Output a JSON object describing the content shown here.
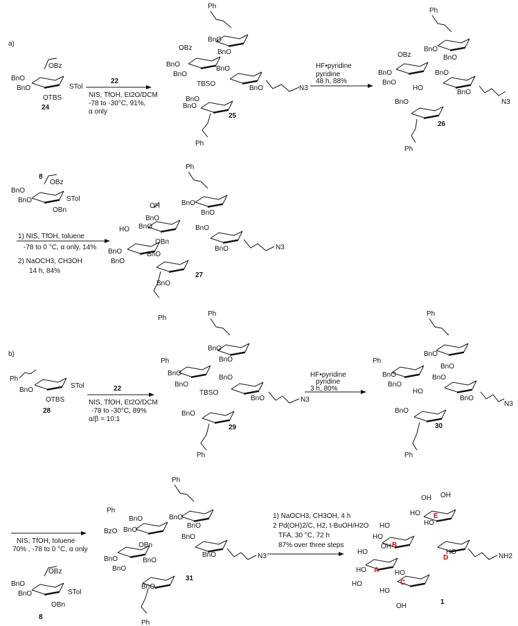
{
  "panels": {
    "a": "a)",
    "b": "b)"
  },
  "compounds": {
    "c24": "24",
    "c25": "25",
    "c26": "26",
    "c8a": "8",
    "c27": "27",
    "c28": "28",
    "c29": "29",
    "c30": "30",
    "c8b": "8",
    "c31": "31",
    "c1": "1"
  },
  "arrows": {
    "a1": {
      "reagent_bold": "22",
      "lines": [
        "NIS, TfOH, Et2O/DCM",
        "-78 to -30°C, 91%,",
        "α only"
      ]
    },
    "a2": {
      "lines": [
        "HF•pyridine",
        "pyridine",
        "48 h, 88%"
      ]
    },
    "a3": {
      "lines": [
        "1) NIS, TfOH, toluene",
        "-78 to 0 °C, α only, 14%",
        "2) NaOCH3, CH3OH",
        "14 h, 84%"
      ]
    },
    "b1": {
      "reagent_bold": "22",
      "lines": [
        "NIS, TfOH, Et2O/DCM",
        "-78 to -30°C, 89%",
        "α/β = 10:1"
      ]
    },
    "b2": {
      "lines": [
        "HF•pyridine",
        "pyridine",
        "3 h, 80%"
      ]
    },
    "b3": {
      "lines": [
        "NIS, TfOH, toluene",
        "70% , -78 to 0 °C, α only"
      ]
    },
    "b4": {
      "lines": [
        "1) NaOCH3, CH3OH, 4 h",
        "2  Pd(OH)2/C, H2, t-BuOH/H2O",
        "TFA, 30 °C, 72 h",
        "87% over three steps"
      ]
    }
  },
  "atoms": {
    "OBz": "OBz",
    "BnO": "BnO",
    "STol": "STol",
    "OTBS": "OTBS",
    "TBSO": "TBSO",
    "OBn": "OBn",
    "Ph": "Ph",
    "O": "O",
    "N3": "N3",
    "HO": "HO",
    "OH": "OH",
    "NH2": "NH2"
  },
  "ring_labels": {
    "A": "A",
    "B": "B",
    "C": "C",
    "D": "D",
    "E": "E"
  }
}
